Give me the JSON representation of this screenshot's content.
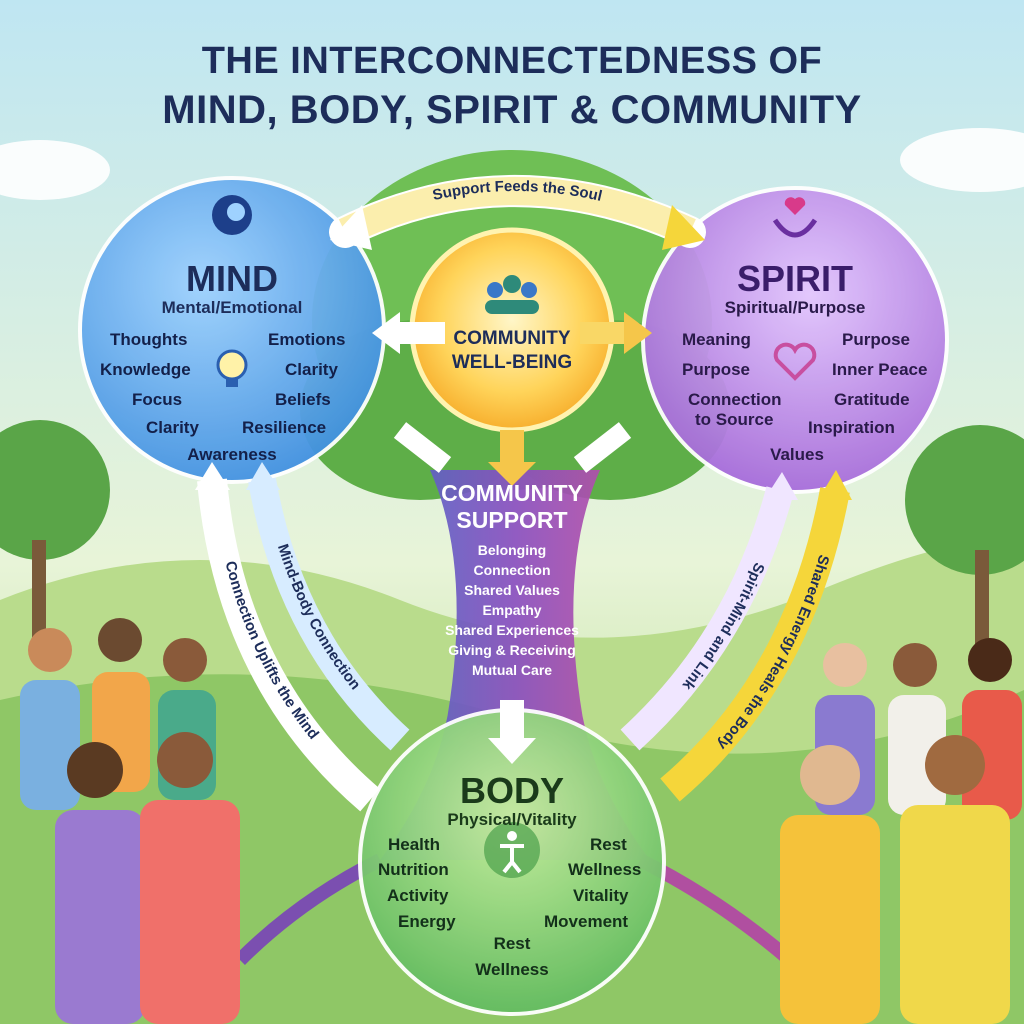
{
  "title": {
    "line1": "THE INTERCONNECTEDNESS OF",
    "line2": "MIND, BODY, SPIRIT & COMMUNITY"
  },
  "mind": {
    "heading": "MIND",
    "subtitle": "Mental/Emotional",
    "items": [
      "Thoughts",
      "Emotions",
      "Knowledge",
      "Clarity",
      "Focus",
      "Beliefs",
      "Clarity",
      "Resilience",
      "Awareness"
    ],
    "icon": "head-brain-icon",
    "center_icon": "lightbulb-gear-icon",
    "color": "#3f8fe0"
  },
  "spirit": {
    "heading": "SPIRIT",
    "subtitle": "Spiritual/Purpose",
    "items": [
      "Meaning",
      "Purpose",
      "Purpose",
      "Inner Peace",
      "Connection",
      "to Source",
      "Gratitude",
      "Inspiration",
      "Values"
    ],
    "icon": "hands-heart-icon",
    "center_icon": "heart-icon",
    "color": "#a366d8"
  },
  "body": {
    "heading": "BODY",
    "subtitle": "Physical/Vitality",
    "items": [
      "Health",
      "Rest",
      "Nutrition",
      "Wellness",
      "Activity",
      "Vitality",
      "Energy",
      "Movement",
      "Rest",
      "Wellness"
    ],
    "icon": "person-figure-icon",
    "color": "#5cb85c"
  },
  "community": {
    "center_label_1": "COMMUNITY",
    "center_label_2": "WELL-BEING",
    "center_icon": "people-group-icon",
    "support_heading_1": "COMMUNITY",
    "support_heading_2": "SUPPORT",
    "support_items": [
      "Belonging",
      "Connection",
      "Shared Values",
      "Empathy",
      "Shared Experiences",
      "Giving & Receiving",
      "Mutual Care"
    ],
    "color": "#f5a623"
  },
  "arrows": {
    "top": "Support Feeds the Soul",
    "left_outer": "Connection Uplifts the Mind",
    "left_inner": "Mind-Body Connection",
    "right_inner": "Spirit-Mind and Link",
    "right_outer": "Shared Energy Heals the Body"
  }
}
